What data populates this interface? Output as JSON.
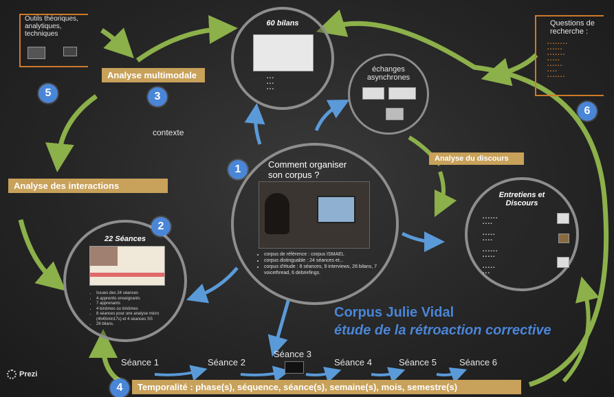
{
  "title": {
    "line1": "Corpus Julie Vidal",
    "line2": "étude de la rétroaction corrective",
    "color": "#4a86d8"
  },
  "brand": {
    "name": "Prezi"
  },
  "center": {
    "number": "1",
    "question_line1": "Comment organiser",
    "question_line2": "son corpus ?",
    "bullets": [
      "corpus de référence : corpus ISMAEL",
      "corpus distinguable : 24 séances et...",
      "corpus d'étude : 8 séances, 9 interviews, 26 bilans, 7 voicethread, 6 debriefings."
    ]
  },
  "bilans": {
    "title": "60 bilans"
  },
  "echanges": {
    "line1": "échanges",
    "line2": "asynchrones"
  },
  "seances_circle": {
    "number": "2",
    "title": "22 Séances",
    "bullets": [
      "Issues des 24 séances",
      "4 apprentis enseignants",
      "7 apprenants",
      "4 binômes ou trinômes",
      "8 séances pour une analyse micro (4h45min17s) et 4 séances SS",
      "26 bilans."
    ]
  },
  "entretiens": {
    "title_line1": "Entretiens et",
    "title_line2": "Discours"
  },
  "outils": {
    "number": "5",
    "line1": "Outils théoriques,",
    "line2": "analytiques,",
    "line3": "techniques"
  },
  "questions": {
    "number": "6",
    "line1": "Questions de",
    "line2": "recherche :"
  },
  "labels": {
    "analyse_multimodale": "Analyse multimodale",
    "analyse_multimodale_num": "3",
    "contexte": "contexte",
    "analyse_interactions": "Analyse des interactions",
    "analyse_discours": "Analyse du discours"
  },
  "timeline": {
    "number": "4",
    "sessions": [
      "Séance 1",
      "Séance 2",
      "Séance 3",
      "Séance 4",
      "Séance 5",
      "Séance 6"
    ],
    "band": "Temporalité : phase(s), séquence, séance(s), semaine(s), mois, semestre(s)"
  }
}
